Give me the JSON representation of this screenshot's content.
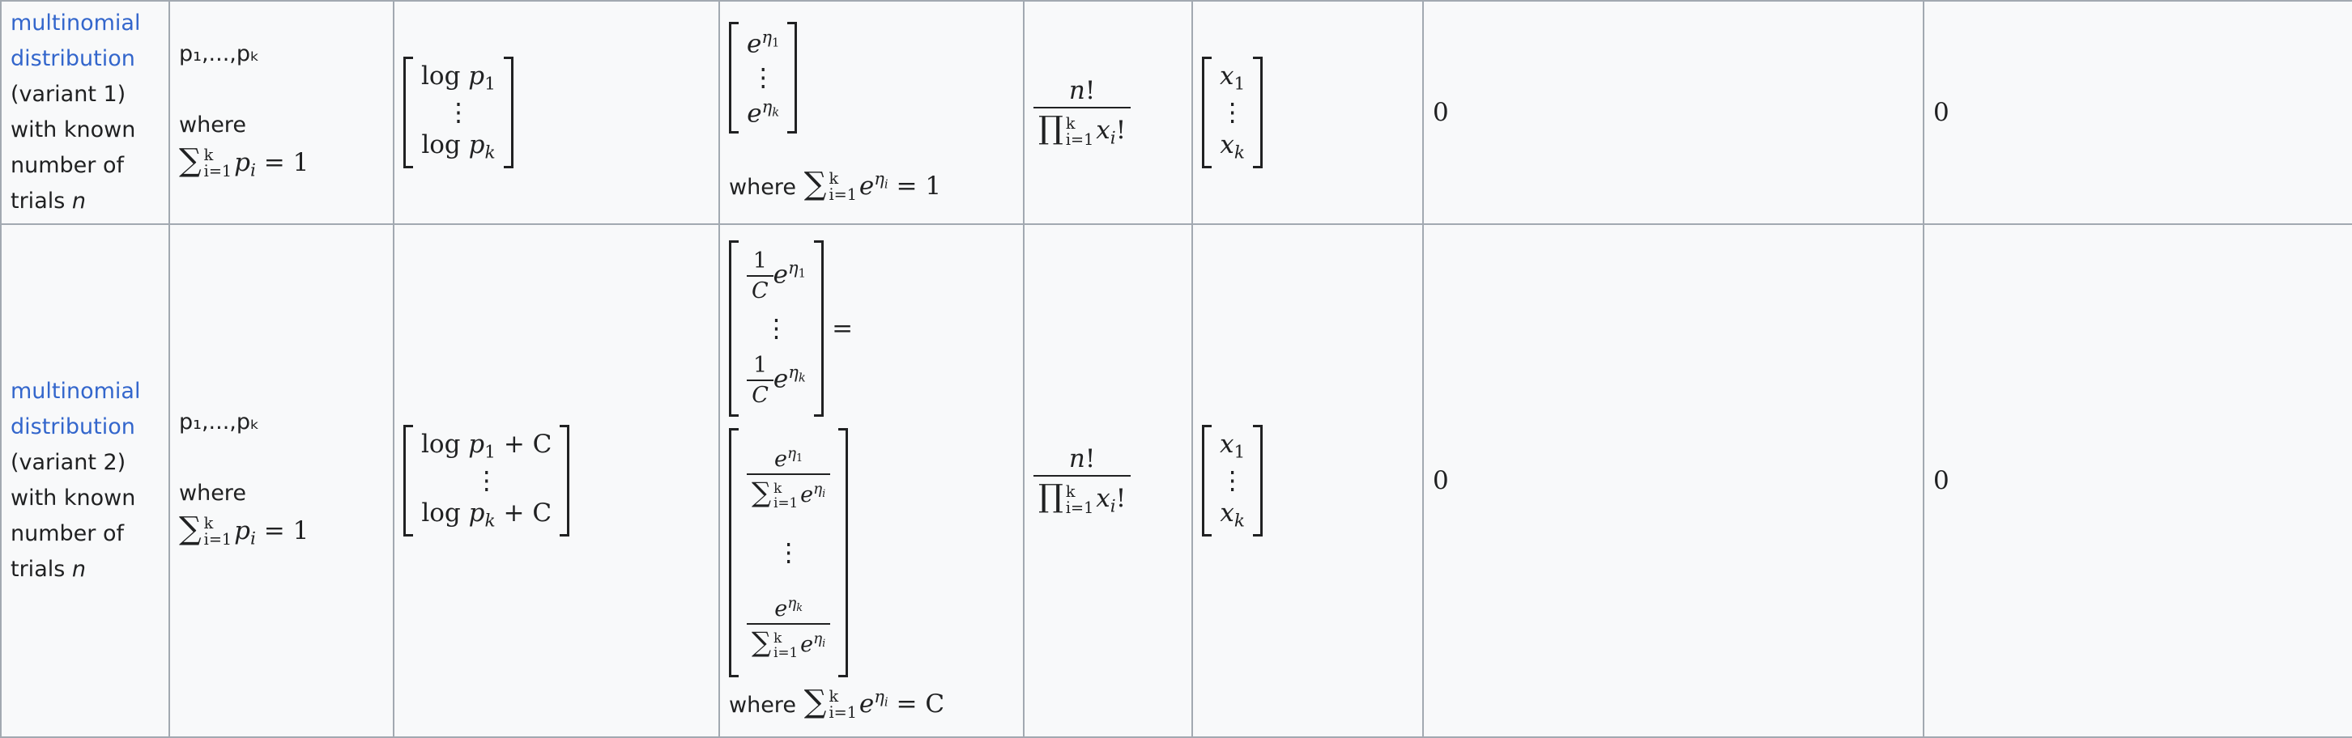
{
  "rows": [
    {
      "name_link": "multinomial distribution",
      "name_rest_1": "(variant 1) with known number of trials",
      "name_var": "n",
      "params": "p₁,...,pₖ",
      "where": "where",
      "eta": [
        "log p",
        "log p"
      ],
      "inv_where": "where",
      "inv_cond": "= 1",
      "base": "n!",
      "stat": [
        "x",
        "x"
      ],
      "A": "0",
      "E": "0"
    },
    {
      "name_link": "multinomial distribution",
      "name_rest_1": "(variant 2) with known number of trials",
      "name_var": "n",
      "params": "p₁,...,pₖ",
      "where": "where",
      "eta_suffix": "+ C",
      "inv_where": "where",
      "inv_cond": "= C",
      "base": "n!",
      "stat": [
        "x",
        "x"
      ],
      "A": "0",
      "E": "0"
    }
  ]
}
